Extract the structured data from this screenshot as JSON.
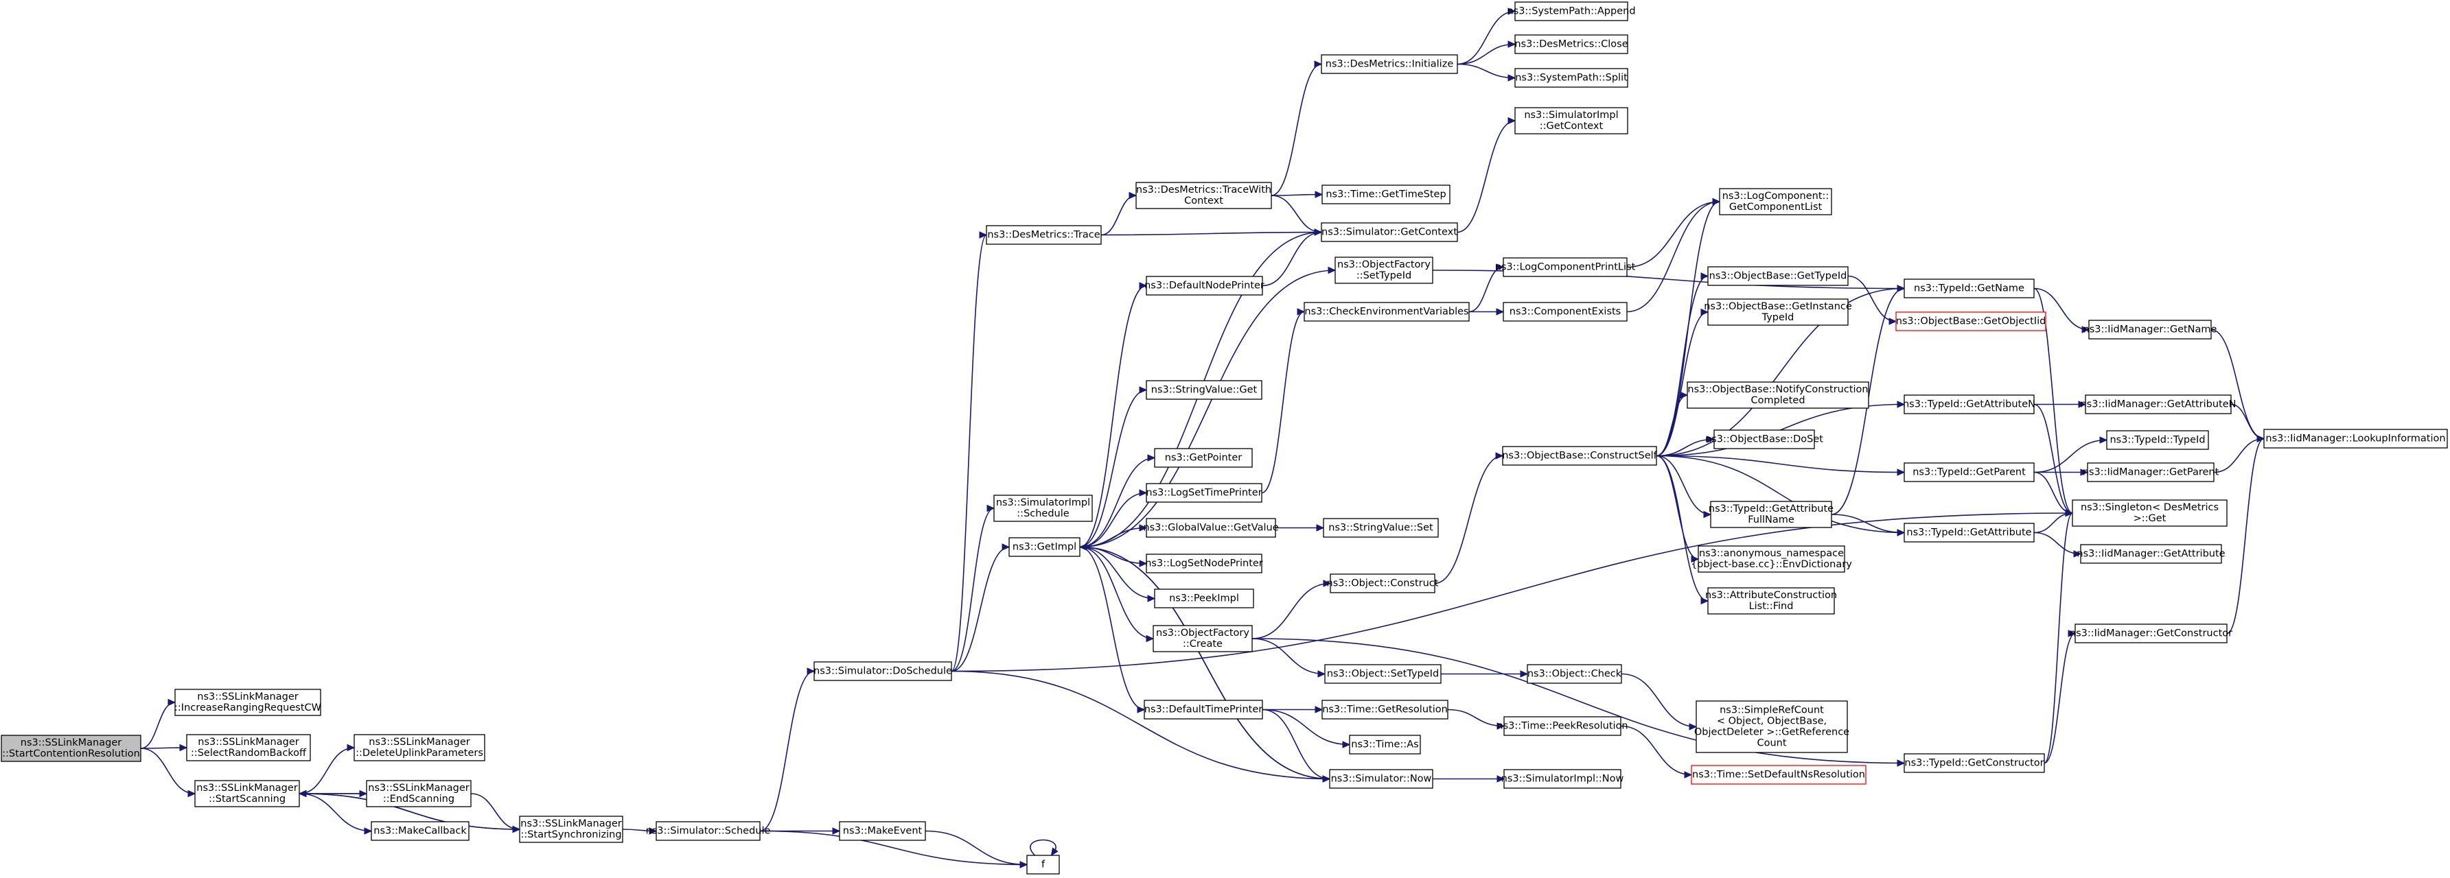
{
  "diagram": {
    "title": "",
    "nodes": [
      {
        "id": "root",
        "lines": [
          "ns3::SSLinkManager",
          "::StartContentionResolution"
        ],
        "style": "root"
      },
      {
        "id": "incr",
        "lines": [
          "ns3::SSLinkManager",
          "::IncreaseRangingRequestCW"
        ]
      },
      {
        "id": "selb",
        "lines": [
          "ns3::SSLinkManager",
          "::SelectRandomBackoff"
        ]
      },
      {
        "id": "stsc",
        "lines": [
          "ns3::SSLinkManager",
          "::StartScanning"
        ]
      },
      {
        "id": "delu",
        "lines": [
          "ns3::SSLinkManager",
          "::DeleteUplinkParameters"
        ]
      },
      {
        "id": "ends",
        "lines": [
          "ns3::SSLinkManager",
          "::EndScanning"
        ]
      },
      {
        "id": "mkcb",
        "lines": [
          "ns3::MakeCallback"
        ]
      },
      {
        "id": "stsy",
        "lines": [
          "ns3::SSLinkManager",
          "::StartSynchronizing"
        ]
      },
      {
        "id": "ssch",
        "lines": [
          "ns3::Simulator::Schedule"
        ]
      },
      {
        "id": "mkev",
        "lines": [
          "ns3::MakeEvent"
        ]
      },
      {
        "id": "f",
        "lines": [
          "f"
        ]
      },
      {
        "id": "dosch",
        "lines": [
          "ns3::Simulator::DoSchedule"
        ]
      },
      {
        "id": "dtrace",
        "lines": [
          "ns3::DesMetrics::Trace"
        ]
      },
      {
        "id": "dtwc",
        "lines": [
          "ns3::DesMetrics::TraceWith",
          "Context"
        ]
      },
      {
        "id": "dinit",
        "lines": [
          "ns3::DesMetrics::Initialize"
        ]
      },
      {
        "id": "spapp",
        "lines": [
          "ns3::SystemPath::Append"
        ]
      },
      {
        "id": "dclose",
        "lines": [
          "ns3::DesMetrics::Close"
        ]
      },
      {
        "id": "spsplit",
        "lines": [
          "ns3::SystemPath::Split"
        ]
      },
      {
        "id": "gts",
        "lines": [
          "ns3::Time::GetTimeStep"
        ]
      },
      {
        "id": "sgc",
        "lines": [
          "ns3::Simulator::GetContext"
        ]
      },
      {
        "id": "sigc",
        "lines": [
          "ns3::SimulatorImpl",
          "::GetContext"
        ]
      },
      {
        "id": "sisch",
        "lines": [
          "ns3::SimulatorImpl",
          "::Schedule"
        ]
      },
      {
        "id": "getimpl",
        "lines": [
          "ns3::GetImpl"
        ]
      },
      {
        "id": "dnp",
        "lines": [
          "ns3::DefaultNodePrinter"
        ]
      },
      {
        "id": "ofst",
        "lines": [
          "ns3::ObjectFactory",
          "::SetTypeId"
        ]
      },
      {
        "id": "cev",
        "lines": [
          "ns3::CheckEnvironmentVariables"
        ]
      },
      {
        "id": "lcpl",
        "lines": [
          "ns3::LogComponentPrintList"
        ]
      },
      {
        "id": "lcgcl",
        "lines": [
          "ns3::LogComponent::",
          "GetComponentList"
        ]
      },
      {
        "id": "cexist",
        "lines": [
          "ns3::ComponentExists"
        ]
      },
      {
        "id": "svget",
        "lines": [
          "ns3::StringValue::Get"
        ]
      },
      {
        "id": "gptr",
        "lines": [
          "ns3::GetPointer"
        ]
      },
      {
        "id": "lstp",
        "lines": [
          "ns3::LogSetTimePrinter"
        ]
      },
      {
        "id": "gvgv",
        "lines": [
          "ns3::GlobalValue::GetValue"
        ]
      },
      {
        "id": "svset",
        "lines": [
          "ns3::StringValue::Set"
        ]
      },
      {
        "id": "lsnp",
        "lines": [
          "ns3::LogSetNodePrinter"
        ]
      },
      {
        "id": "peek",
        "lines": [
          "ns3::PeekImpl"
        ]
      },
      {
        "id": "ofcr",
        "lines": [
          "ns3::ObjectFactory",
          "::Create"
        ]
      },
      {
        "id": "oconst",
        "lines": [
          "ns3::Object::Construct"
        ]
      },
      {
        "id": "ostid",
        "lines": [
          "ns3::Object::SetTypeId"
        ]
      },
      {
        "id": "ocheck",
        "lines": [
          "ns3::Object::Check"
        ]
      },
      {
        "id": "srefc",
        "lines": [
          "ns3::SimpleRefCount",
          "< Object, ObjectBase,",
          "ObjectDeleter >::GetReference",
          "Count"
        ]
      },
      {
        "id": "dtp",
        "lines": [
          "ns3::DefaultTimePrinter"
        ]
      },
      {
        "id": "tgres",
        "lines": [
          "ns3::Time::GetResolution"
        ]
      },
      {
        "id": "tpres",
        "lines": [
          "ns3::Time::PeekResolution"
        ]
      },
      {
        "id": "tsdns",
        "lines": [
          "ns3::Time::SetDefaultNsResolution"
        ],
        "style": "red"
      },
      {
        "id": "tas",
        "lines": [
          "ns3::Time::As"
        ]
      },
      {
        "id": "snow",
        "lines": [
          "ns3::Simulator::Now"
        ]
      },
      {
        "id": "sinow",
        "lines": [
          "ns3::SimulatorImpl::Now"
        ]
      },
      {
        "id": "obcs",
        "lines": [
          "ns3::ObjectBase::ConstructSelf"
        ]
      },
      {
        "id": "obgtid",
        "lines": [
          "ns3::ObjectBase::GetTypeId"
        ]
      },
      {
        "id": "obgoid",
        "lines": [
          "ns3::ObjectBase::GetObjectIid"
        ],
        "style": "red"
      },
      {
        "id": "obgit",
        "lines": [
          "ns3::ObjectBase::GetInstance",
          "TypeId"
        ]
      },
      {
        "id": "obnc",
        "lines": [
          "ns3::ObjectBase::NotifyConstruction",
          "Completed"
        ]
      },
      {
        "id": "obds",
        "lines": [
          "ns3::ObjectBase::DoSet"
        ]
      },
      {
        "id": "tgafn",
        "lines": [
          "ns3::TypeId::GetAttribute",
          "FullName"
        ]
      },
      {
        "id": "anon",
        "lines": [
          "ns3::anonymous_namespace",
          "{object-base.cc}::EnvDictionary"
        ]
      },
      {
        "id": "aclf",
        "lines": [
          "ns3::AttributeConstruction",
          "List::Find"
        ]
      },
      {
        "id": "tgname",
        "lines": [
          "ns3::TypeId::GetName"
        ]
      },
      {
        "id": "tgan",
        "lines": [
          "ns3::TypeId::GetAttributeN"
        ]
      },
      {
        "id": "tgpar",
        "lines": [
          "ns3::TypeId::GetParent"
        ]
      },
      {
        "id": "tgattr",
        "lines": [
          "ns3::TypeId::GetAttribute"
        ]
      },
      {
        "id": "tgcons",
        "lines": [
          "ns3::TypeId::GetConstructor"
        ]
      },
      {
        "id": "imgname",
        "lines": [
          "ns3::IidManager::GetName"
        ]
      },
      {
        "id": "imgan",
        "lines": [
          "ns3::IidManager::GetAttributeN"
        ]
      },
      {
        "id": "ttid",
        "lines": [
          "ns3::TypeId::TypeId"
        ]
      },
      {
        "id": "imgpar",
        "lines": [
          "ns3::IidManager::GetParent"
        ]
      },
      {
        "id": "sget",
        "lines": [
          "ns3::Singleton< DesMetrics",
          ">::Get"
        ]
      },
      {
        "id": "imgattr",
        "lines": [
          "ns3::IidManager::GetAttribute"
        ]
      },
      {
        "id": "imgcons",
        "lines": [
          "ns3::IidManager::GetConstructor"
        ]
      },
      {
        "id": "imlook",
        "lines": [
          "ns3::IidManager::LookupInformation"
        ]
      }
    ],
    "edges": [
      [
        "root",
        "incr"
      ],
      [
        "root",
        "selb"
      ],
      [
        "root",
        "stsc"
      ],
      [
        "stsc",
        "delu"
      ],
      [
        "stsc",
        "ends"
      ],
      [
        "stsc",
        "mkcb"
      ],
      [
        "stsc",
        "stsy"
      ],
      [
        "ends",
        "stsc"
      ],
      [
        "ends",
        "stsy"
      ],
      [
        "stsy",
        "stsc"
      ],
      [
        "stsy",
        "ssch"
      ],
      [
        "ssch",
        "dosch"
      ],
      [
        "ssch",
        "mkev"
      ],
      [
        "ssch",
        "f"
      ],
      [
        "mkev",
        "f"
      ],
      [
        "f",
        "f"
      ],
      [
        "dosch",
        "dtrace"
      ],
      [
        "dosch",
        "sisch"
      ],
      [
        "dosch",
        "getimpl"
      ],
      [
        "dosch",
        "snow"
      ],
      [
        "dosch",
        "sget"
      ],
      [
        "dtrace",
        "dtwc"
      ],
      [
        "dtrace",
        "sgc"
      ],
      [
        "dtwc",
        "dinit"
      ],
      [
        "dtwc",
        "gts"
      ],
      [
        "dtwc",
        "sgc"
      ],
      [
        "dinit",
        "spapp"
      ],
      [
        "dinit",
        "dclose"
      ],
      [
        "dinit",
        "spsplit"
      ],
      [
        "sgc",
        "sigc"
      ],
      [
        "sgc",
        "getimpl"
      ],
      [
        "getimpl",
        "dnp"
      ],
      [
        "getimpl",
        "ofst"
      ],
      [
        "getimpl",
        "svget"
      ],
      [
        "getimpl",
        "gptr"
      ],
      [
        "getimpl",
        "lstp"
      ],
      [
        "getimpl",
        "gvgv"
      ],
      [
        "getimpl",
        "lsnp"
      ],
      [
        "getimpl",
        "peek"
      ],
      [
        "getimpl",
        "ofcr"
      ],
      [
        "getimpl",
        "dtp"
      ],
      [
        "getimpl",
        "snow"
      ],
      [
        "dnp",
        "sgc"
      ],
      [
        "ofst",
        "tgname"
      ],
      [
        "lstp",
        "cev"
      ],
      [
        "cev",
        "lcpl"
      ],
      [
        "cev",
        "cexist"
      ],
      [
        "lcpl",
        "lcgcl"
      ],
      [
        "cexist",
        "lcgcl"
      ],
      [
        "gvgv",
        "svset"
      ],
      [
        "ofcr",
        "oconst"
      ],
      [
        "ofcr",
        "ostid"
      ],
      [
        "ofcr",
        "tgcons"
      ],
      [
        "oconst",
        "obcs"
      ],
      [
        "ostid",
        "ocheck"
      ],
      [
        "ocheck",
        "srefc"
      ],
      [
        "dtp",
        "tgres"
      ],
      [
        "dtp",
        "tas"
      ],
      [
        "dtp",
        "snow"
      ],
      [
        "tgres",
        "tpres"
      ],
      [
        "tpres",
        "tsdns"
      ],
      [
        "snow",
        "sinow"
      ],
      [
        "snow",
        "getimpl"
      ],
      [
        "obcs",
        "lcgcl"
      ],
      [
        "obcs",
        "obgtid"
      ],
      [
        "obcs",
        "tgname"
      ],
      [
        "obcs",
        "obgit"
      ],
      [
        "obcs",
        "obnc"
      ],
      [
        "obcs",
        "tgan"
      ],
      [
        "obcs",
        "obds"
      ],
      [
        "obcs",
        "tgpar"
      ],
      [
        "obcs",
        "tgafn"
      ],
      [
        "obcs",
        "anon"
      ],
      [
        "obcs",
        "aclf"
      ],
      [
        "obcs",
        "tgattr"
      ],
      [
        "obgtid",
        "obgoid"
      ],
      [
        "tgafn",
        "tgname"
      ],
      [
        "tgafn",
        "tgattr"
      ],
      [
        "tgname",
        "imgname"
      ],
      [
        "tgname",
        "sget"
      ],
      [
        "tgan",
        "imgan"
      ],
      [
        "tgan",
        "sget"
      ],
      [
        "tgpar",
        "ttid"
      ],
      [
        "tgpar",
        "imgpar"
      ],
      [
        "tgpar",
        "sget"
      ],
      [
        "tgattr",
        "sget"
      ],
      [
        "tgattr",
        "imgattr"
      ],
      [
        "tgcons",
        "sget"
      ],
      [
        "tgcons",
        "imgcons"
      ],
      [
        "imgname",
        "imlook"
      ],
      [
        "imgan",
        "imlook"
      ],
      [
        "imgpar",
        "imlook"
      ],
      [
        "imgcons",
        "imlook"
      ]
    ]
  }
}
